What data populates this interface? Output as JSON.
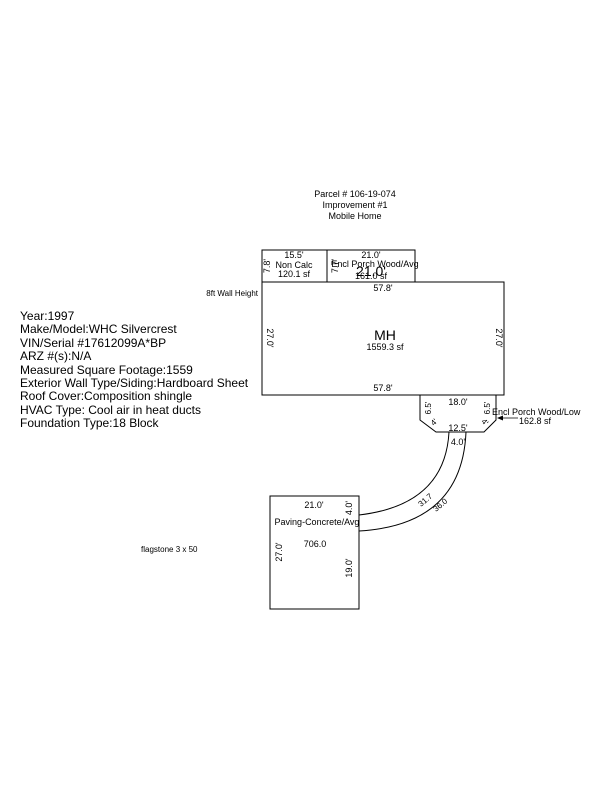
{
  "header": {
    "parcel": "Parcel # 106-19-074",
    "improvement": "Improvement #1",
    "type": "Mobile Home"
  },
  "info_lines": [
    "Year:1997",
    "Make/Model:WHC Silvercrest",
    "VIN/Serial #17612099A*BP",
    "ARZ #(s):N/A",
    "Measured Square Footage:1559",
    "Exterior Wall Type/Siding:Hardboard Sheet",
    "Roof Cover:Composition shingle",
    "HVAC Type: Cool air in heat ducts",
    "Foundation Type:18 Block"
  ],
  "labels": {
    "wall_height": "8ft Wall Height",
    "flagstone": "flagstone 3 x 50"
  },
  "areas": {
    "non_calc": {
      "top": "15.5'",
      "side": "7.8'",
      "name": "Non Calc",
      "area": "120.1 sf"
    },
    "encl_porch_avg": {
      "top": "21.0'",
      "side": "7.7'",
      "name": "Encl Porch Wood/Avg",
      "area": "161.0 sf",
      "overlap": "21.0'"
    },
    "mh": {
      "top": "57.8'",
      "bottom": "57.8'",
      "left": "27.0'",
      "right": "27.0'",
      "name": "MH",
      "area": "1559.3 sf"
    },
    "encl_porch_low": {
      "top": "18.0'",
      "left": "6.5'",
      "right": "6.5'",
      "diag_left": "4'",
      "diag_right": "4'",
      "bottom": "12.5'",
      "name": "Encl Porch Wood/Low",
      "area": "162.8 sf"
    },
    "walkway": {
      "inner": "31.7",
      "outer": "36.0",
      "width": "4.0'"
    },
    "paving": {
      "top": "21.0'",
      "notch": "4.0'",
      "left": "27.0'",
      "right": "19.0'",
      "name": "Paving-Concrete/Avg",
      "area": "706.0"
    }
  }
}
